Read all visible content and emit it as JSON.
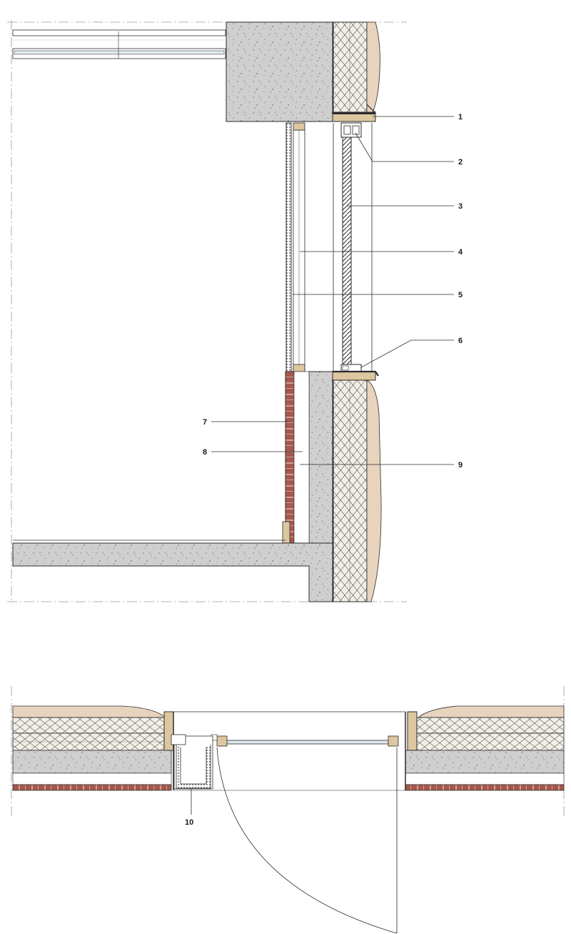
{
  "drawing": {
    "colors": {
      "concrete": "#cfcfcf",
      "concrete_speckle": "#8a8a8a",
      "insulation": "#f2f0e6",
      "render": "#e8d3bd",
      "timber": "#dcc7a0",
      "brick": "#a8584c",
      "line": "#2b2b2b",
      "axis": "#9a9a9a",
      "glass": "#9fb4bf"
    },
    "section_callouts": [
      {
        "id": "c1",
        "label": "1"
      },
      {
        "id": "c2",
        "label": "2"
      },
      {
        "id": "c3",
        "label": "3"
      },
      {
        "id": "c4",
        "label": "4"
      },
      {
        "id": "c5",
        "label": "5"
      },
      {
        "id": "c6",
        "label": "6"
      },
      {
        "id": "c7",
        "label": "7"
      },
      {
        "id": "c8",
        "label": "8"
      },
      {
        "id": "c9",
        "label": "9"
      }
    ],
    "plan_callouts": [
      {
        "id": "c10",
        "label": "10"
      }
    ]
  }
}
